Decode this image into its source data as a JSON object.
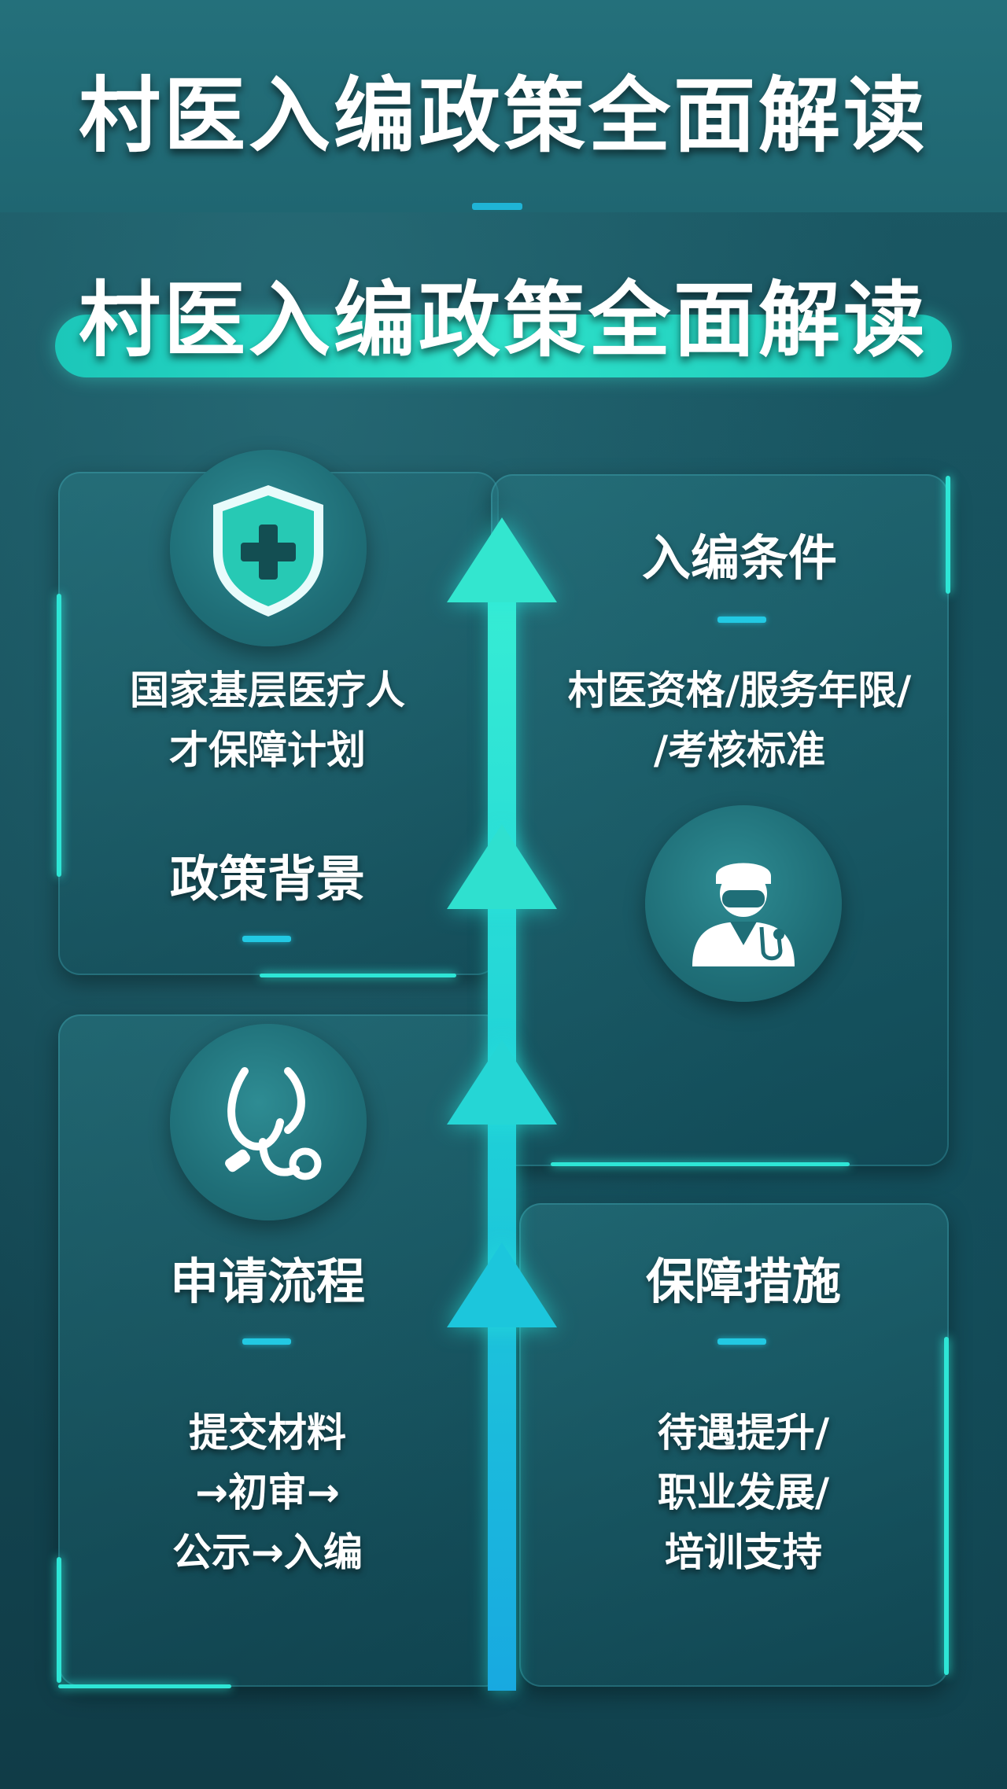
{
  "header": {
    "title": "村医入编政策全面解读"
  },
  "banner": {
    "title": "村医入编政策全面解读"
  },
  "sections": {
    "policy_background": {
      "icon": "shield-medical-cross-icon",
      "heading": "政策背景",
      "body_line1": "国家基层医疗人",
      "body_line2": "才保障计划"
    },
    "enrollment_conditions": {
      "icon": "doctor-icon",
      "heading": "入编条件",
      "body_line1": "村医资格/服务年限/",
      "body_line2": "/考核标准"
    },
    "application_process": {
      "icon": "stethoscope-icon",
      "heading": "申请流程",
      "body_line1": "提交材料",
      "body_line2": "→初审→",
      "body_line3": "公示→入编"
    },
    "support_measures": {
      "heading": "保障措施",
      "body_line1": "待遇提升/",
      "body_line2": "职业发展/",
      "body_line3": "培训支持"
    }
  },
  "colors": {
    "accent_teal": "#2ee6d6",
    "accent_blue": "#22c9e3",
    "background": "#164f5b"
  }
}
